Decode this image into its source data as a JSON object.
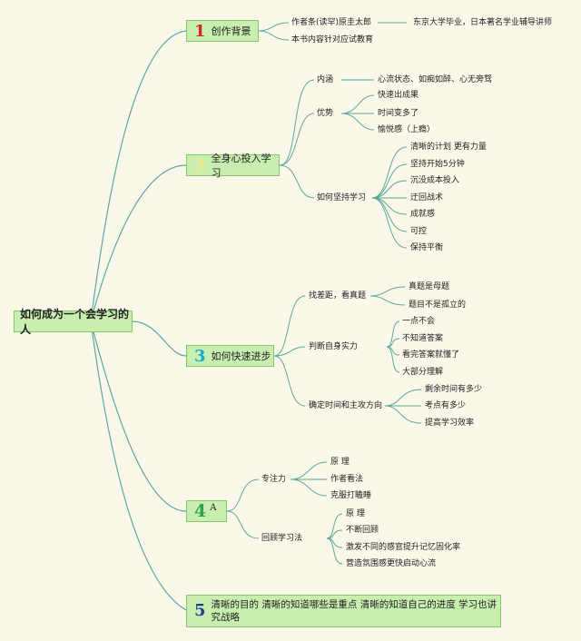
{
  "root": "如何成为一个会学习的人",
  "sections": [
    {
      "number": "1",
      "title": "创作背景",
      "nodes": [
        {
          "label": "作者条(读罕)原圭太郎",
          "note": "东京大学毕业，日本著名学业辅导讲师"
        },
        {
          "label": "本书内容针对应试教育"
        }
      ]
    },
    {
      "number": "2",
      "title": "全身心投入学习",
      "nodes": [
        {
          "label": "内涵",
          "children": [
            "心流状态、如痴如醉、心无旁骛"
          ]
        },
        {
          "label": "优势",
          "children": [
            "快速出成果",
            "时间变多了",
            "愉悦感（上瘾）"
          ]
        },
        {
          "label": "如何坚持学习",
          "children": [
            "清晰的计划 更有力量",
            "坚持开始5分钟",
            "沉没成本投入",
            "迂回战术",
            "成就感",
            "可控",
            "保持平衡"
          ]
        }
      ]
    },
    {
      "number": "3",
      "title": "如何快速进步",
      "nodes": [
        {
          "label": "找差距，看真题",
          "children": [
            "真题是母题",
            "题目不是孤立的"
          ]
        },
        {
          "label": "判断自身实力",
          "children": [
            "一点不会",
            "不知道答案",
            "看完答案就懂了",
            "大部分理解"
          ]
        },
        {
          "label": "确定时间和主攻方向",
          "children": [
            "剩余时间有多少",
            "考点有多少",
            "提高学习效率"
          ]
        }
      ]
    },
    {
      "number": "4",
      "tag": "A",
      "title": "",
      "nodes": [
        {
          "label": "专注力",
          "children": [
            "原 理",
            "作者看法",
            "克服打瞌睡"
          ]
        },
        {
          "label": "回顾学习法",
          "children": [
            "原 理",
            "不断回顾",
            "激发不同的感官提升记忆固化率",
            "营造氛围感更快启动心流"
          ]
        }
      ]
    },
    {
      "number": "5",
      "title": "清晰的目的 清晰的知道哪些是重点 清晰的知道自己的进度 学习也讲究战略"
    }
  ]
}
